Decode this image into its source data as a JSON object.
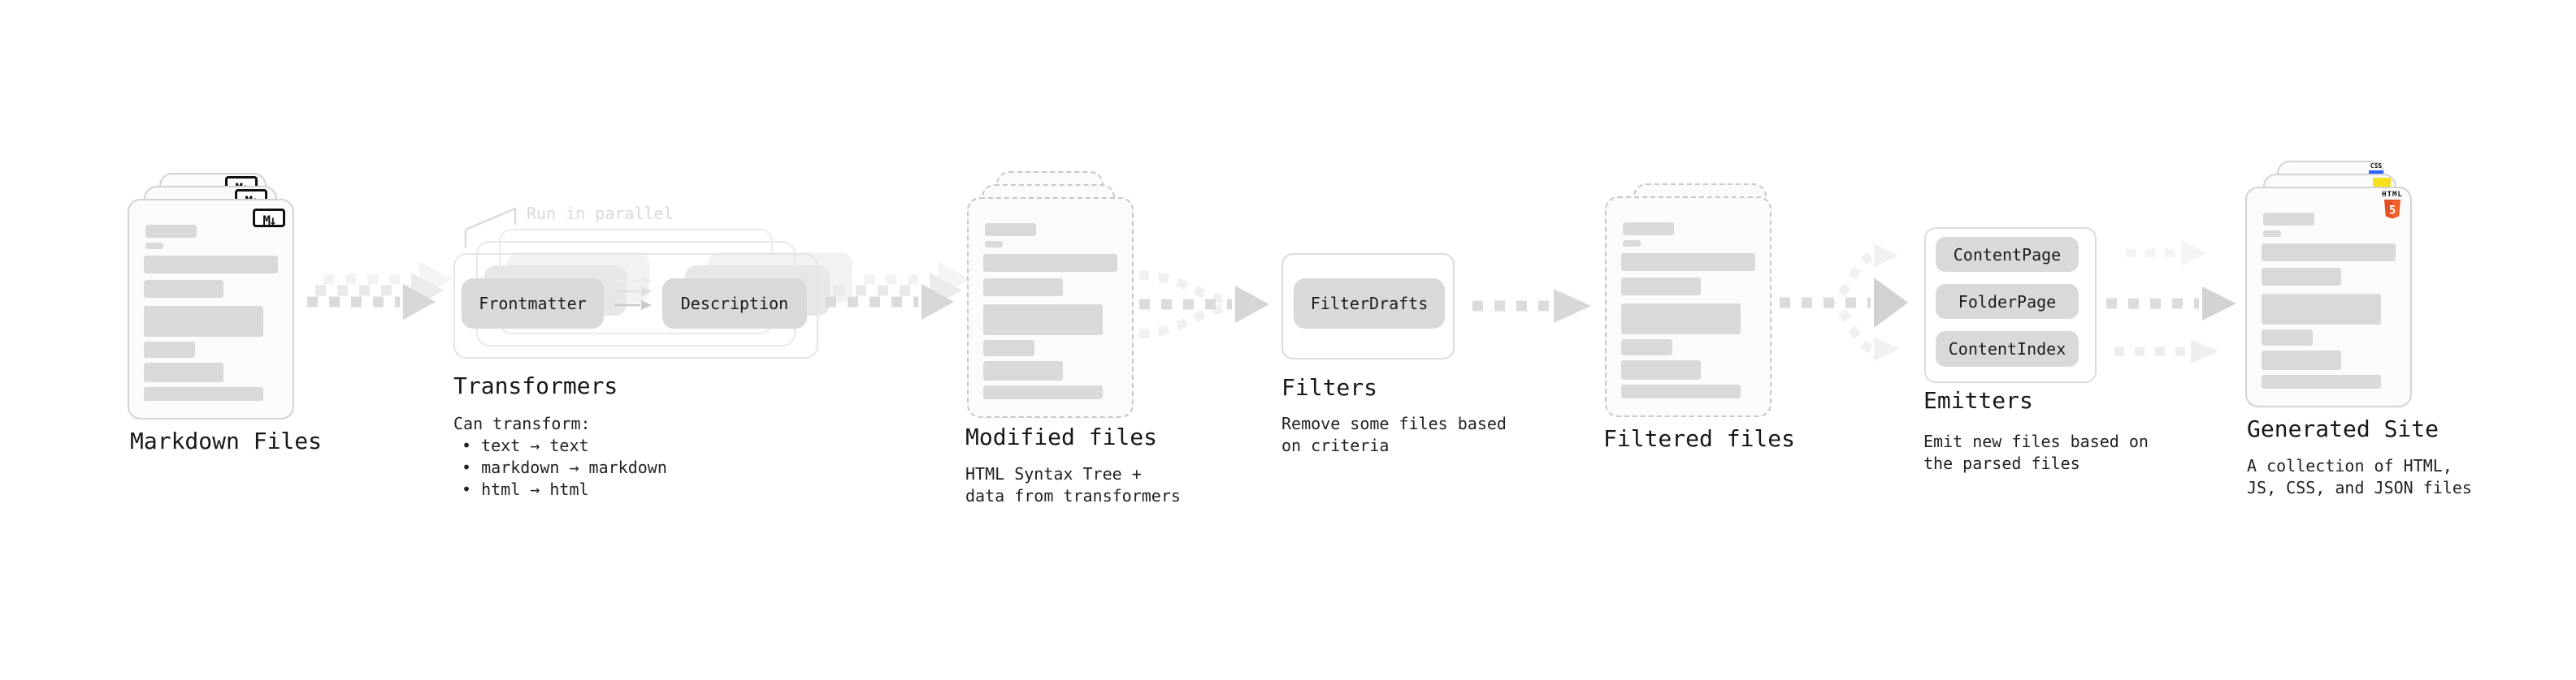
{
  "stages": {
    "markdown": {
      "title": "Markdown Files"
    },
    "transformers": {
      "title": "Transformers",
      "note": "Run in parallel",
      "pills": {
        "frontmatter": "Frontmatter",
        "description": "Description"
      },
      "desc": [
        "Can transform:",
        "• text → text",
        "• markdown → markdown",
        "• html → html"
      ]
    },
    "modified": {
      "title": "Modified files",
      "desc": [
        "HTML Syntax Tree +",
        "data from transformers"
      ]
    },
    "filters": {
      "title": "Filters",
      "pill": "FilterDrafts",
      "desc": [
        "Remove some files based",
        "on criteria"
      ]
    },
    "filtered": {
      "title": "Filtered files"
    },
    "emitters": {
      "title": "Emitters",
      "pills": [
        "ContentPage",
        "FolderPage",
        "ContentIndex"
      ],
      "desc": [
        "Emit new files based on",
        "the parsed files"
      ]
    },
    "generated": {
      "title": "Generated Site",
      "desc": [
        "A collection of HTML,",
        "JS, CSS, and JSON files"
      ]
    }
  },
  "badges": {
    "markdown": "M↓",
    "css": "CSS",
    "html": "HTML",
    "html5_number": "5"
  },
  "colors": {
    "html5_orange": "#e34f26",
    "html5_orange_light": "#f16529",
    "js_yellow": "#f7df1e",
    "css_blue": "#2962ff",
    "bar_gray": "#d9d9d9",
    "pill_gray": "#d9d9d9",
    "arrow_dark": "#dcdcdc",
    "arrow_light": "#f1f1f1",
    "note_gray": "#d9d9d9"
  }
}
